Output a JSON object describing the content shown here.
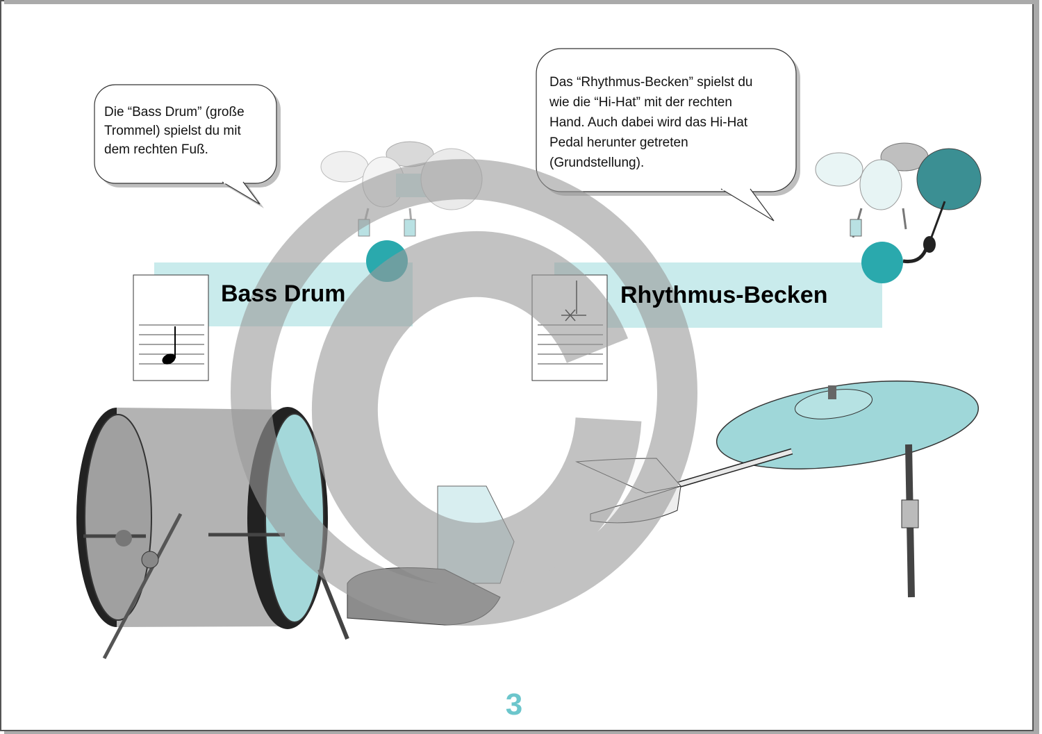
{
  "left_section": {
    "title": "Bass Drum",
    "bubble_lines": [
      "Die “Bass Drum” (große",
      "Trommel) spielst du mit",
      "dem rechten Fuß."
    ]
  },
  "right_section": {
    "title": "Rhythmus-Becken",
    "bubble_lines": [
      "Das “Rhythmus-Becken” spielst du",
      "wie die “Hi-Hat” mit der rechten",
      "Hand. Auch dabei wird das Hi-Hat",
      "Pedal herunter getreten",
      "(Grundstellung)."
    ]
  },
  "page_number": "3",
  "colors": {
    "accent_teal": "#2aa9ad",
    "band_light": "#c9ebec",
    "cymbal": "#9fd7d9",
    "watermark": "#b4b4b4",
    "page_number": "#6cc6cc"
  },
  "icons": {
    "watermark": "copyright-watermark-icon",
    "left_kit": "drum-kit-bass-drum-icon",
    "right_kit": "drum-kit-ride-cymbal-icon",
    "left_notation": "bass-drum-note-icon",
    "right_notation": "cymbal-note-icon"
  }
}
